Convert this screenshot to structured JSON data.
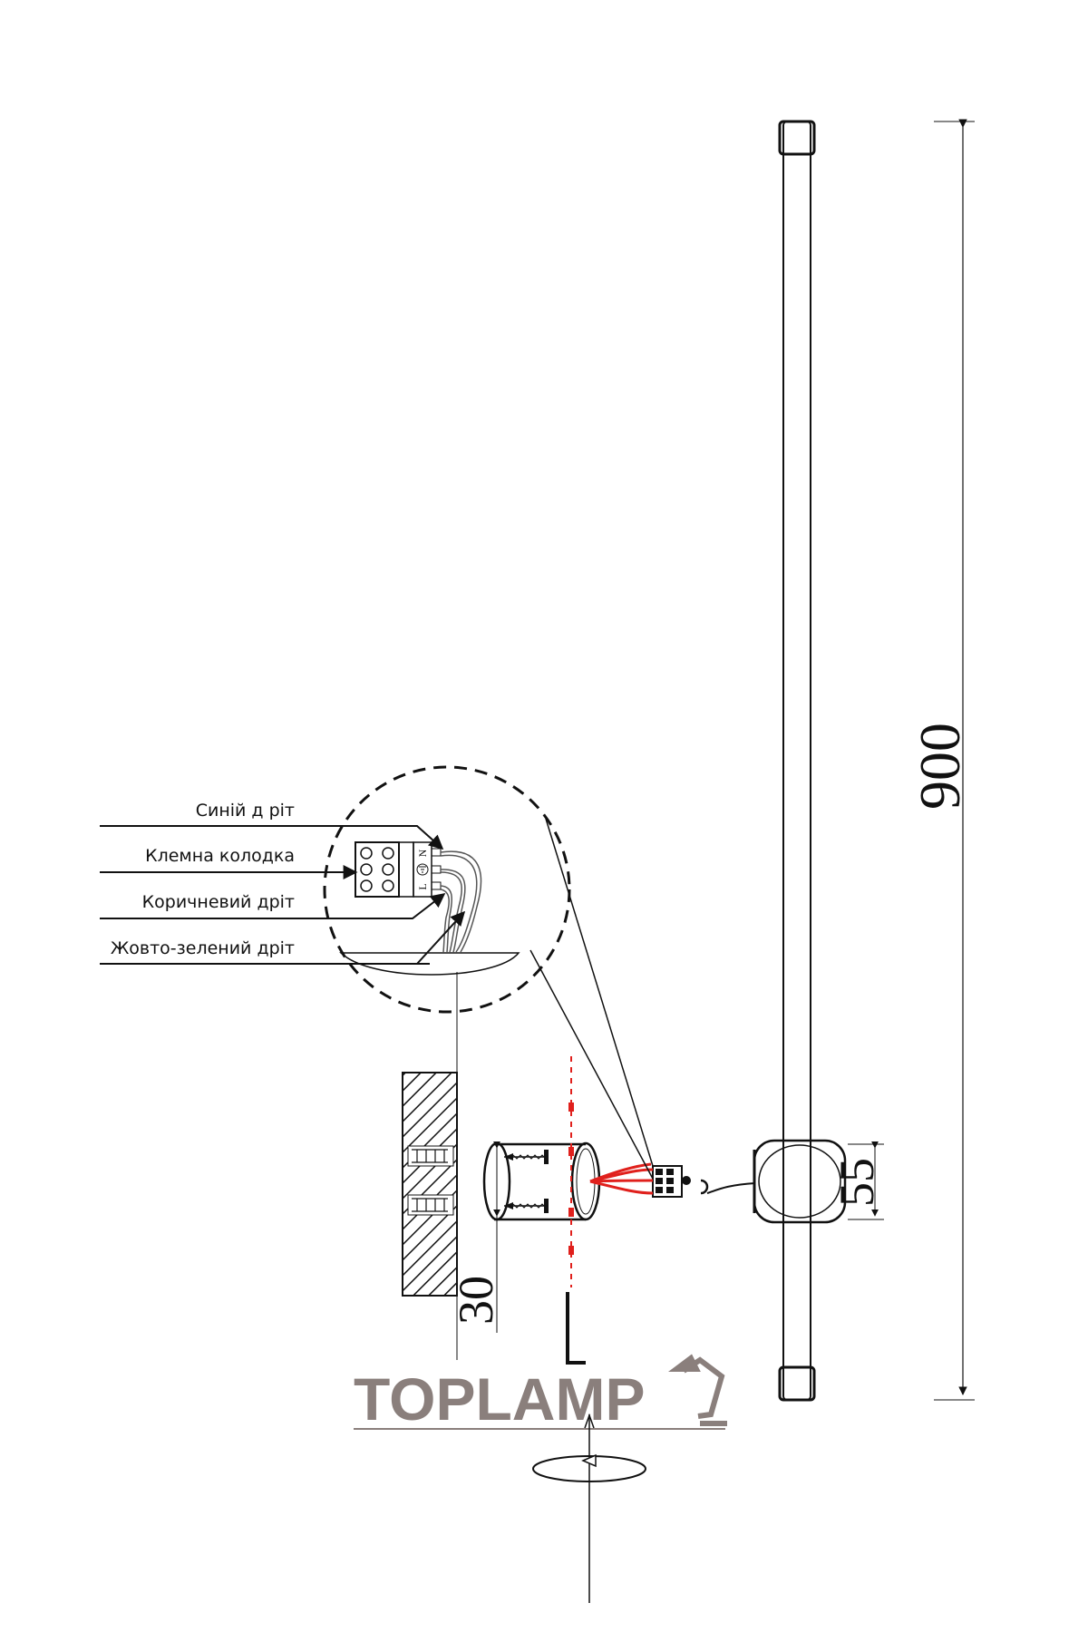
{
  "labels": {
    "blue_wire": "Синій д ріт",
    "terminal_block": "Клемна колодка",
    "brown_wire": "Коричневий дріт",
    "yellow_green_wire": "Жовто-зелений дріт"
  },
  "terminal_marks": {
    "neutral": "N",
    "live": "L"
  },
  "dimensions": {
    "total_length": "900",
    "base_height": "55",
    "mount_height": "30"
  },
  "logo": {
    "text": "TOPLAMP",
    "color": "#8a7f7c"
  },
  "colors": {
    "wire": "#e0201c",
    "line": "#111111"
  },
  "icons": [
    "lamp-icon",
    "rotation-icon",
    "allen-key-icon",
    "screw-icon",
    "wall-plug-icon"
  ]
}
